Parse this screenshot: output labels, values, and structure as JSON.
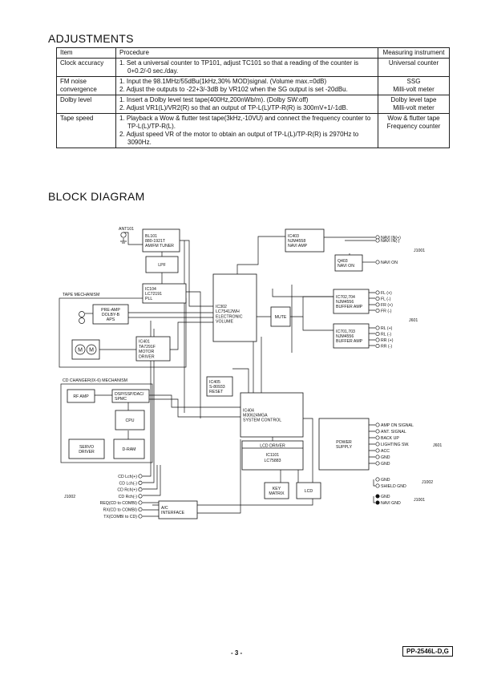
{
  "adjustments": {
    "heading": "ADJUSTMENTS",
    "headers": [
      "Item",
      "Procedure",
      "Measuring instrument"
    ],
    "rows": [
      {
        "item": [
          "Clock accuracy"
        ],
        "procedure": [
          "1. Set a universal counter to TP101, adjust TC101 so that a reading of the counter is 0+0.2/-0 sec./day."
        ],
        "instrument": [
          "Universal counter"
        ]
      },
      {
        "item": [
          "FM noise",
          "convergence"
        ],
        "procedure": [
          "1. Input the 98.1MHz/55dBu(1kHz,30% MOD)signal. (Volume max.=0dB)",
          "2. Adjust the outputs to -22+3/-3dB by VR102 when the SG output is set -20dBu."
        ],
        "instrument": [
          "SSG",
          "Milli-volt meter"
        ]
      },
      {
        "item": [
          "Dolby level"
        ],
        "procedure": [
          "1. Insert a Dolby level test tape(400Hz,200nWb/m). (Dolby SW:off)",
          "2. Adjust VR1(L)/VR2(R) so that an output of TP-L(L)/TP-R(R) is 300mV+1/-1dB."
        ],
        "instrument": [
          "Dolby level tape",
          "Milli-volt meter"
        ]
      },
      {
        "item": [
          "Tape speed"
        ],
        "procedure": [
          "1. Playback a Wow & flutter test tape(3kHz,-10VU) and connect the frequency counter to TP-L(L)/TP-R(L).",
          "2. Adjust speed VR of the motor to obtain an output of TP-L(L)/TP-R(R) is 2970Hz to 3090Hz."
        ],
        "instrument": [
          "Wow & flutter tape",
          "Frequency counter"
        ]
      }
    ]
  },
  "block_diagram": {
    "heading": "BLOCK DIAGRAM",
    "ant": "ANT101",
    "tuner": [
      "BL101",
      "880-1921T",
      "AM/FM TUNER"
    ],
    "lpf": "LPF",
    "ic104": [
      "IC104",
      "LC72191",
      "PLL"
    ],
    "tape_mech": "TAPE MECHANISM",
    "preamp": [
      "PRE-AMP",
      "DOLBY-B",
      "APS"
    ],
    "motor_m": "M",
    "ic401": [
      "IC401",
      "TA7291F",
      "MOTOR",
      "DRIVER"
    ],
    "ic302": [
      "IC302",
      "LC75412WH",
      "ELECTRONIC",
      "VOLUME"
    ],
    "mute": "MUTE",
    "ic403": [
      "IC403",
      "NJM4558",
      "NAVI AMP"
    ],
    "q403": [
      "Q403",
      "NAVI ON"
    ],
    "ic702": [
      "IC702,704",
      "NJM4556",
      "BUFFER AMP"
    ],
    "ic701": [
      "IC701,703",
      "NJM4556",
      "BUFFER AMP"
    ],
    "navi_pins": [
      "NAVI IN(+)",
      "NAVI IN(-)"
    ],
    "j1001_top": "J1001",
    "navi_on": "NAVI ON",
    "front_pins": [
      "FL (+)",
      "FL (-)",
      "FR (+)",
      "FR (-)"
    ],
    "rear_pins": [
      "RL (+)",
      "RL (-)",
      "RR (+)",
      "RR (-)"
    ],
    "j601_mid": "J601",
    "cd_changer": "CD CHANGER(IX-6) MECHANISM",
    "rf_amp": "RF AMP",
    "dsp": [
      "DSP/SSP/DAC/",
      "SPMC"
    ],
    "cpu": "CPU",
    "servo": [
      "SERVO",
      "DRIVER"
    ],
    "dram": "D-RAM",
    "ic405": [
      "IC405",
      "S-80933",
      "RESET"
    ],
    "ic404": [
      "IC404",
      "M30624MGA",
      "SYSTEM CONTROL"
    ],
    "lcd_driver": "LCD DRIVER",
    "ic1101": [
      "IC1101",
      "LC75883"
    ],
    "key_matrix": [
      "KEY",
      "MATRIX"
    ],
    "lcd": "LCD",
    "cd_pins": [
      "CD Lch(+)",
      "CD Lch(-)",
      "CD Rch(+)",
      "CD Rch(-)",
      "REQ(CD to COMBI)",
      "RX(CD to COMBI)",
      "TX(COMBI to CD)"
    ],
    "j1002_left": "J1002",
    "ac_interface": [
      "A/C",
      "INTERFACE"
    ],
    "power_supply": [
      "POWER",
      "SUPPLY"
    ],
    "power_pins": [
      "AMP ON SIGNAL",
      "ANT. SIGNAL",
      "BACK UP",
      "LIGHTING SW.",
      "ACC",
      "GND",
      "GND"
    ],
    "j601_bottom": "J601",
    "j1002_pins": [
      "GND",
      "SHIELD GND"
    ],
    "j1002_right": "J1002",
    "j1001_pins": [
      "GND",
      "NAVI GND"
    ],
    "j1001_bottom": "J1001"
  },
  "footer": {
    "page_number": "- 3 -",
    "doc_ref": "PP-2546L-D,G"
  }
}
